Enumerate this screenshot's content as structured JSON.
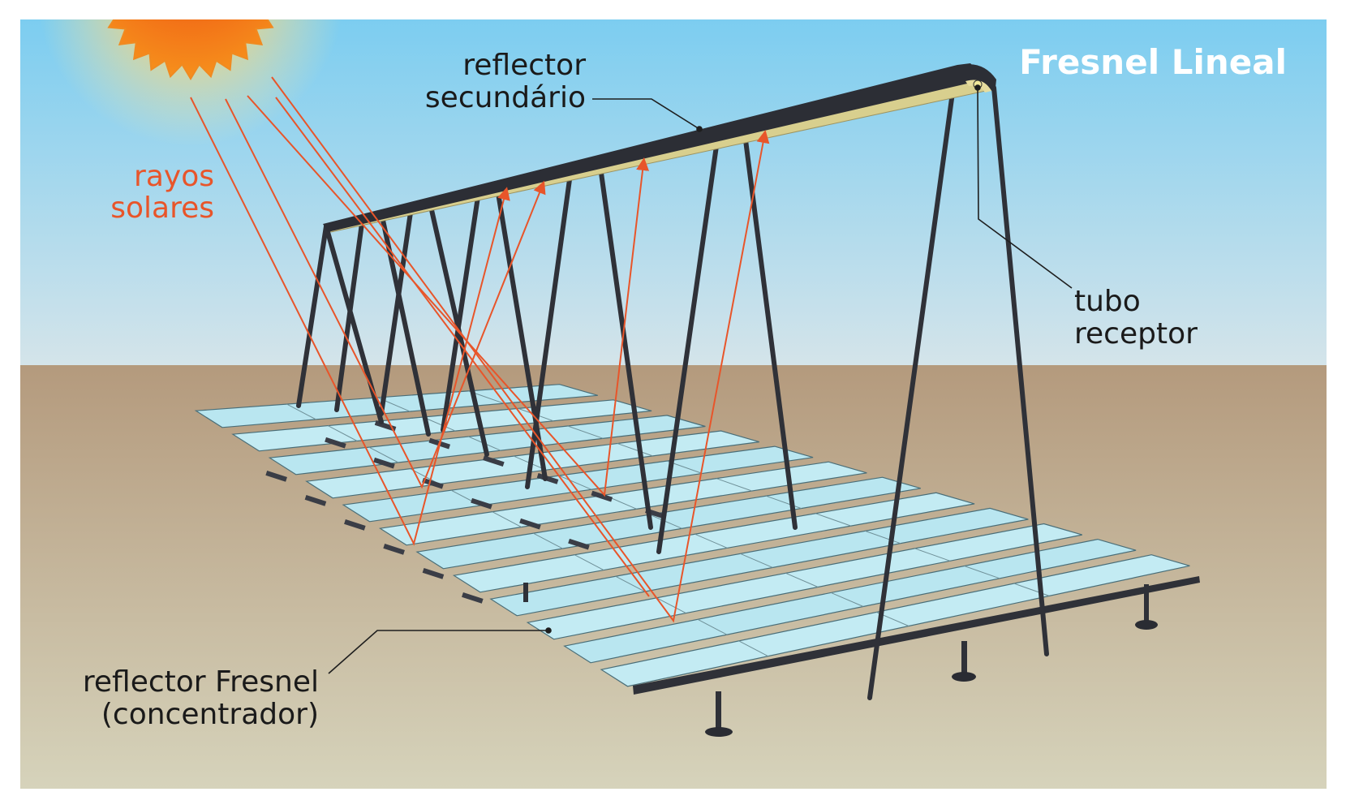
{
  "title": "Fresnel Lineal",
  "labels": {
    "secondary_reflector": [
      "reflector",
      "secundário"
    ],
    "sun_rays": [
      "rayos",
      "solares"
    ],
    "receiver_tube": [
      "tubo",
      "receptor"
    ],
    "fresnel_reflector": [
      "reflector Fresnel",
      "(concentrador)"
    ]
  },
  "colors": {
    "sky_top": "#7ccdf0",
    "sky_bottom": "#d4e4ea",
    "ground_top": "#b49a7d",
    "ground_bottom": "#d6d3bb",
    "mirror": "#bfe9f2",
    "frame": "#2f3138",
    "ray": "#e8552a",
    "label": "#1a1a1a",
    "title": "#ffffff"
  },
  "icons": [
    "sun-icon"
  ]
}
